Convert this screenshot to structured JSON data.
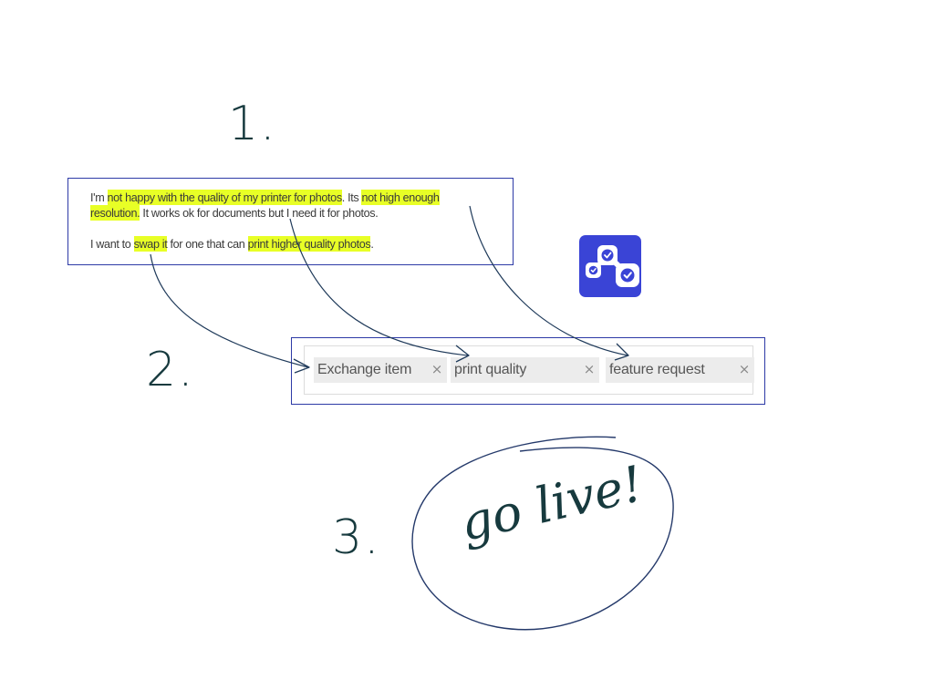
{
  "steps": [
    "1.",
    "2.",
    "3."
  ],
  "message": {
    "line1": [
      {
        "text": "I'm ",
        "highlight": false
      },
      {
        "text": "not happy with the quality of my printer for photos",
        "highlight": true
      },
      {
        "text": ". Its ",
        "highlight": false
      },
      {
        "text": "not high enough   ",
        "highlight": true
      }
    ],
    "line2": [
      {
        "text": "resolution.",
        "highlight": true
      },
      {
        "text": " It works ok for documents but I need it for photos.",
        "highlight": false
      }
    ],
    "line3": [
      {
        "text": "I want to ",
        "highlight": false
      },
      {
        "text": "swap it",
        "highlight": true
      },
      {
        "text": " for one that can ",
        "highlight": false
      },
      {
        "text": "print higher quality photos",
        "highlight": true
      },
      {
        "text": ".",
        "highlight": false
      }
    ]
  },
  "tags": [
    {
      "label": "Exchange item"
    },
    {
      "label": "print quality"
    },
    {
      "label": "feature request"
    }
  ],
  "tag_close_glyph": "×",
  "final_step": {
    "text": "go live!"
  },
  "colors": {
    "highlight": "#e8ff26",
    "box_border": "#2d3aa6",
    "app_icon": "#3a44d6",
    "ink": "#173a3e",
    "arrow": "#1f3a5a",
    "tag_bg": "#ececec"
  },
  "icons": {
    "app": "linked-check-boxes-icon",
    "tag_close": "close-icon"
  }
}
